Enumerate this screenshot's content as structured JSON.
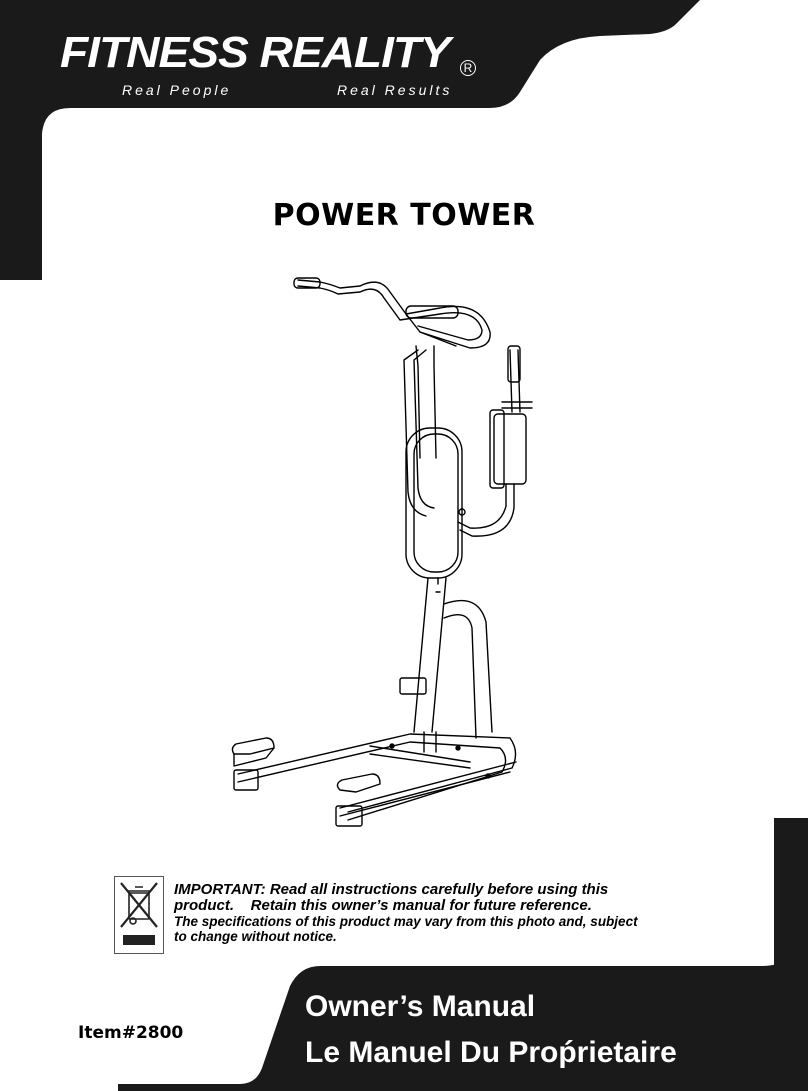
{
  "brand": {
    "name": "FITNESS REALITY",
    "registered_mark": "R",
    "tagline_left": "Real People",
    "tagline_right": "Real Results"
  },
  "title": "POWER TOWER",
  "notice": {
    "line1": "IMPORTANT: Read all instructions carefully before using this",
    "line2": "product.    Retain this owner’s manual for future reference.",
    "line3": "The specifications of this product may vary from this photo and, subject",
    "line4": "to change without notice."
  },
  "item_number": "Item#2800",
  "manual": {
    "english": "Owner’s Manual",
    "french": "Le Manuel Du Proṕrietaire"
  },
  "icons": {
    "weee": "crossed-out-wheelie-bin-icon"
  },
  "colors": {
    "band": "#1a1a1a",
    "text": "#000000",
    "background": "#ffffff"
  }
}
